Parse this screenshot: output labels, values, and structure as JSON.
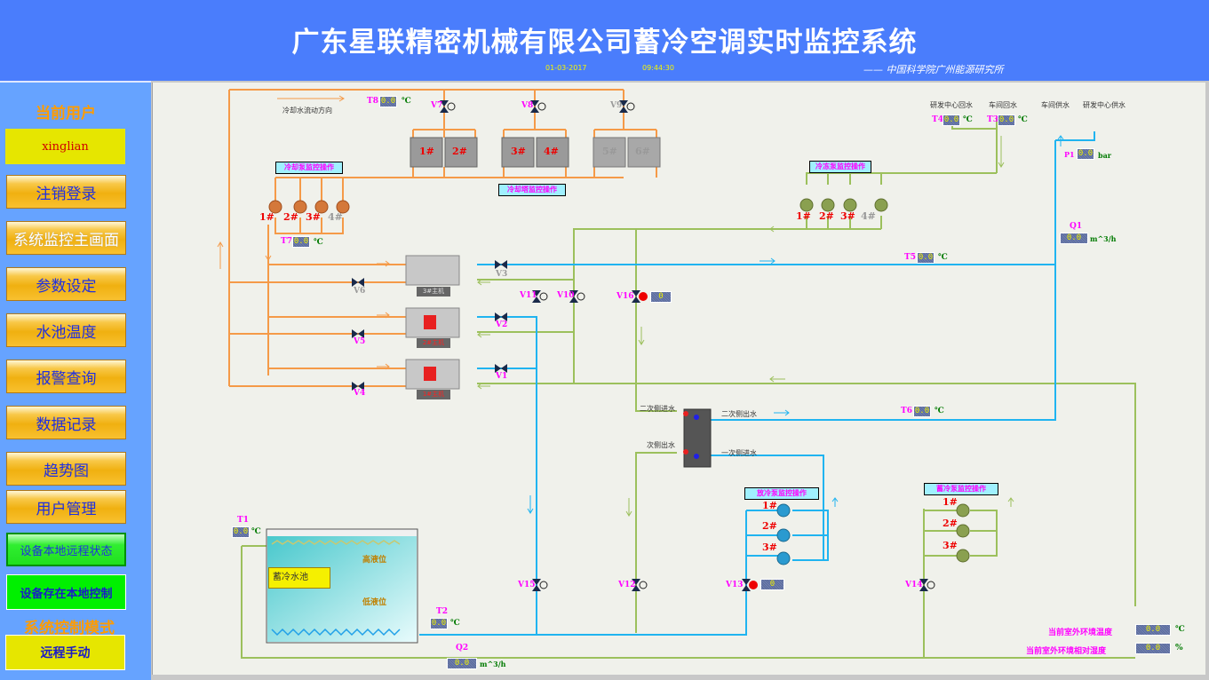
{
  "header": {
    "title": "广东星联精密机械有限公司蓄冷空调实时监控系统",
    "date": "01-03-2017",
    "time": "09:44:30",
    "organization": "—— 中国科学院广州能源研究所"
  },
  "sidebar": {
    "current_user_label": "当前用户",
    "username": "xinglian",
    "nav": [
      {
        "label": "注销登录",
        "active": false
      },
      {
        "label": "系统监控主画面",
        "active": true
      },
      {
        "label": "参数设定",
        "active": false
      },
      {
        "label": "水池温度",
        "active": false
      },
      {
        "label": "报警查询",
        "active": false
      },
      {
        "label": "数据记录",
        "active": false
      },
      {
        "label": "趋势图",
        "active": false
      },
      {
        "label": "用户管理",
        "active": false
      }
    ],
    "device_state_button": "设备本地远程状态",
    "device_state_value": "设备存在本地控制",
    "control_mode_label": "系统控制模式",
    "control_mode_value": "远程手动"
  },
  "diagram": {
    "colors": {
      "cooling_water": "#f59a48",
      "chilled_return": "#9cc05c",
      "chilled_supply": "#20b4f0",
      "label_magenta": "#ff00ff",
      "active_red": "#ee0000"
    },
    "cooling_flow_label": "冷却水流动方向",
    "ops": {
      "cooling_pump": "冷却泵监控操作",
      "cooling_tower": "冷却塔监控操作",
      "chilled_pump": "冷冻泵监控操作",
      "discharge_pump": "放冷泵监控操作",
      "storage_pump": "蓄冷泵监控操作"
    },
    "cooling_towers": [
      {
        "label": "1#",
        "active": true
      },
      {
        "label": "2#",
        "active": true
      },
      {
        "label": "3#",
        "active": true
      },
      {
        "label": "4#",
        "active": true
      },
      {
        "label": "5#",
        "active": false
      },
      {
        "label": "6#",
        "active": false
      }
    ],
    "cooling_pumps": [
      {
        "label": "1#",
        "active": true
      },
      {
        "label": "2#",
        "active": true
      },
      {
        "label": "3#",
        "active": true
      },
      {
        "label": "4#",
        "active": false
      }
    ],
    "chilled_pumps": [
      {
        "label": "1#",
        "active": true
      },
      {
        "label": "2#",
        "active": true
      },
      {
        "label": "3#",
        "active": true
      },
      {
        "label": "4#",
        "active": false
      }
    ],
    "discharge_pumps": [
      "1#",
      "2#",
      "3#"
    ],
    "storage_pumps": [
      "1#",
      "2#",
      "3#"
    ],
    "chillers": [
      {
        "label": "3#主机",
        "active": false
      },
      {
        "label": "2#主机",
        "active": true
      },
      {
        "label": "1#主机",
        "active": true
      }
    ],
    "valves": {
      "V1": "V1",
      "V2": "V2",
      "V3": "V3",
      "V4": "V4",
      "V5": "V5",
      "V6": "V6",
      "V7": "V7",
      "V8": "V8",
      "V9": "V9",
      "V10": "V10",
      "V11": "V11",
      "V12": "V12",
      "V13": "V13",
      "V14": "V14",
      "V15": "V15",
      "V16": "V16"
    },
    "valve_openings": {
      "V13": "0",
      "V16": "0"
    },
    "sensors": {
      "T1": {
        "label": "T1",
        "value": "0.0",
        "unit": "℃"
      },
      "T2": {
        "label": "T2",
        "value": "0.0",
        "unit": "℃"
      },
      "T3": {
        "label": "T3",
        "value": "0.0",
        "unit": "℃"
      },
      "T4": {
        "label": "T4",
        "value": "0.0",
        "unit": "℃"
      },
      "T5": {
        "label": "T5",
        "value": "0.0",
        "unit": "℃"
      },
      "T6": {
        "label": "T6",
        "value": "0.0",
        "unit": "℃"
      },
      "T7": {
        "label": "T7",
        "value": "0.0",
        "unit": "℃"
      },
      "T8": {
        "label": "T8",
        "value": "0.0",
        "unit": "℃"
      },
      "P1": {
        "label": "P1",
        "value": "0.0",
        "unit": "bar"
      },
      "Q1": {
        "label": "Q1",
        "value": "0.0",
        "unit": "m^3/h"
      },
      "Q2": {
        "label": "Q2",
        "value": "0.0",
        "unit": "m^3/h"
      }
    },
    "pipe_labels": {
      "rd_return": "研发中心回水",
      "ws_return": "车间回水",
      "ws_supply": "车间供水",
      "rd_supply": "研发中心供水",
      "sec_in": "二次侧进水",
      "sec_out": "二次侧出水",
      "pri_out": "次侧出水",
      "pri_in": "一次侧进水"
    },
    "tank": {
      "label": "蓄冷水池",
      "high_level": "高液位",
      "low_level": "低液位"
    },
    "environment": {
      "temp_label": "当前室外环境温度",
      "temp_value": "0.0",
      "temp_unit": "℃",
      "humidity_label": "当前室外环境相对湿度",
      "humidity_value": "0.0",
      "humidity_unit": "%"
    }
  }
}
